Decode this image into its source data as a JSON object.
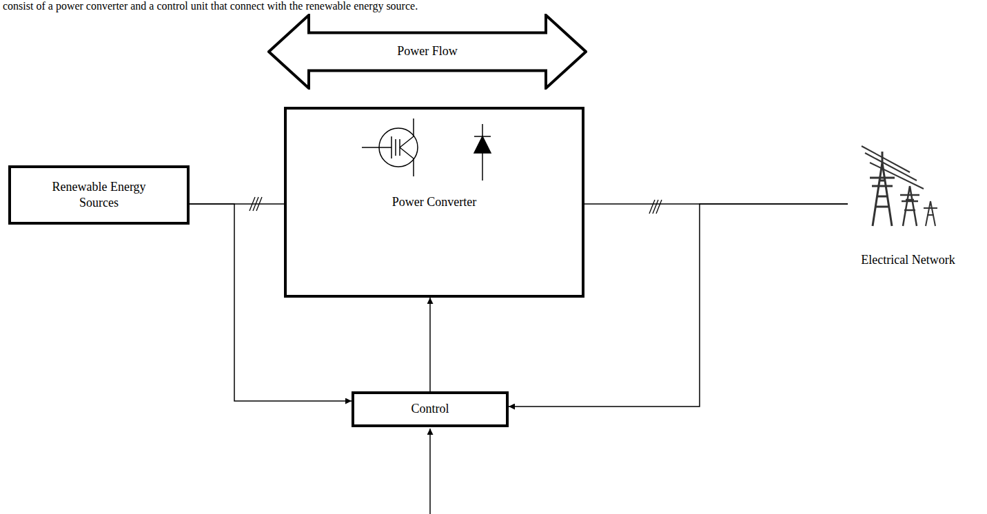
{
  "diagram": {
    "nodes": [
      {
        "text": [
          "Power Flow"
        ]
      },
      {
        "text": [
          "Renewable Energy Sources"
        ]
      },
      {
        "text": [
          "Power Converter"
        ]
      },
      {
        "text": [
          "Electrical Network"
        ]
      },
      {
        "text": [
          "Control"
        ]
      }
    ],
    "edges": [
      {
        "from": 1,
        "to": 2,
        "arrow": "none"
      },
      {
        "from": 2,
        "to": 3,
        "arrow": "none"
      },
      {
        "from": 1,
        "to": 4,
        "arrow": "to"
      },
      {
        "from": 3,
        "to": 4,
        "arrow": "to"
      },
      {
        "from": 4,
        "to": 2,
        "arrow": "to"
      }
    ],
    "labels": [
      "consist of a power converter and a control unit that connect with the renewable energy source."
    ]
  }
}
